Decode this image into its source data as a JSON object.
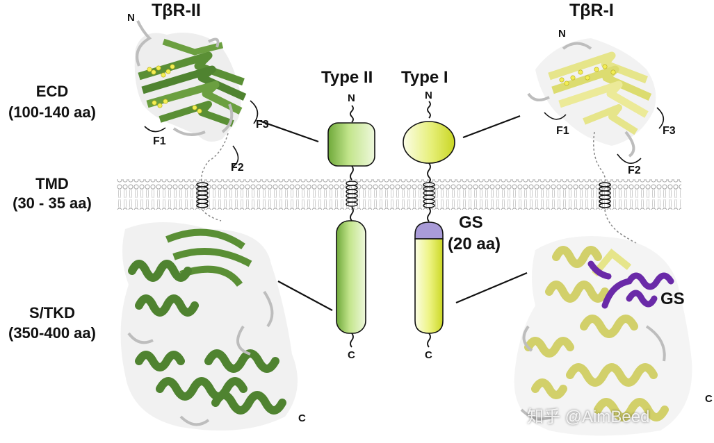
{
  "receptors": {
    "left_title": "TβR-II",
    "right_title": "TβR-I"
  },
  "regions": {
    "ecd": {
      "name": "ECD",
      "range": "(100-140 aa)"
    },
    "tmd": {
      "name": "TMD",
      "range": "(30 - 35 aa)"
    },
    "stkd": {
      "name": "S/TKD",
      "range": "(350-400 aa)"
    }
  },
  "schematic": {
    "type_ii_label": "Type II",
    "type_i_label": "Type I",
    "gs_label": "GS",
    "gs_range": "(20 aa)",
    "n_term": "N",
    "c_term": "C"
  },
  "structure_labels": {
    "f1": "F1",
    "f2": "F2",
    "f3": "F3",
    "gs": "GS",
    "n": "N",
    "c": "C"
  },
  "colors": {
    "type_ii_green": "#8cc63f",
    "type_i_yellow": "#d6e436",
    "gs_purple": "#a99bd8",
    "ribbon_green": "#5a8f35",
    "ribbon_yellow": "#e6e58a",
    "gs_ribbon": "#6a2aa8"
  },
  "watermark": "知乎 @AimBeed"
}
